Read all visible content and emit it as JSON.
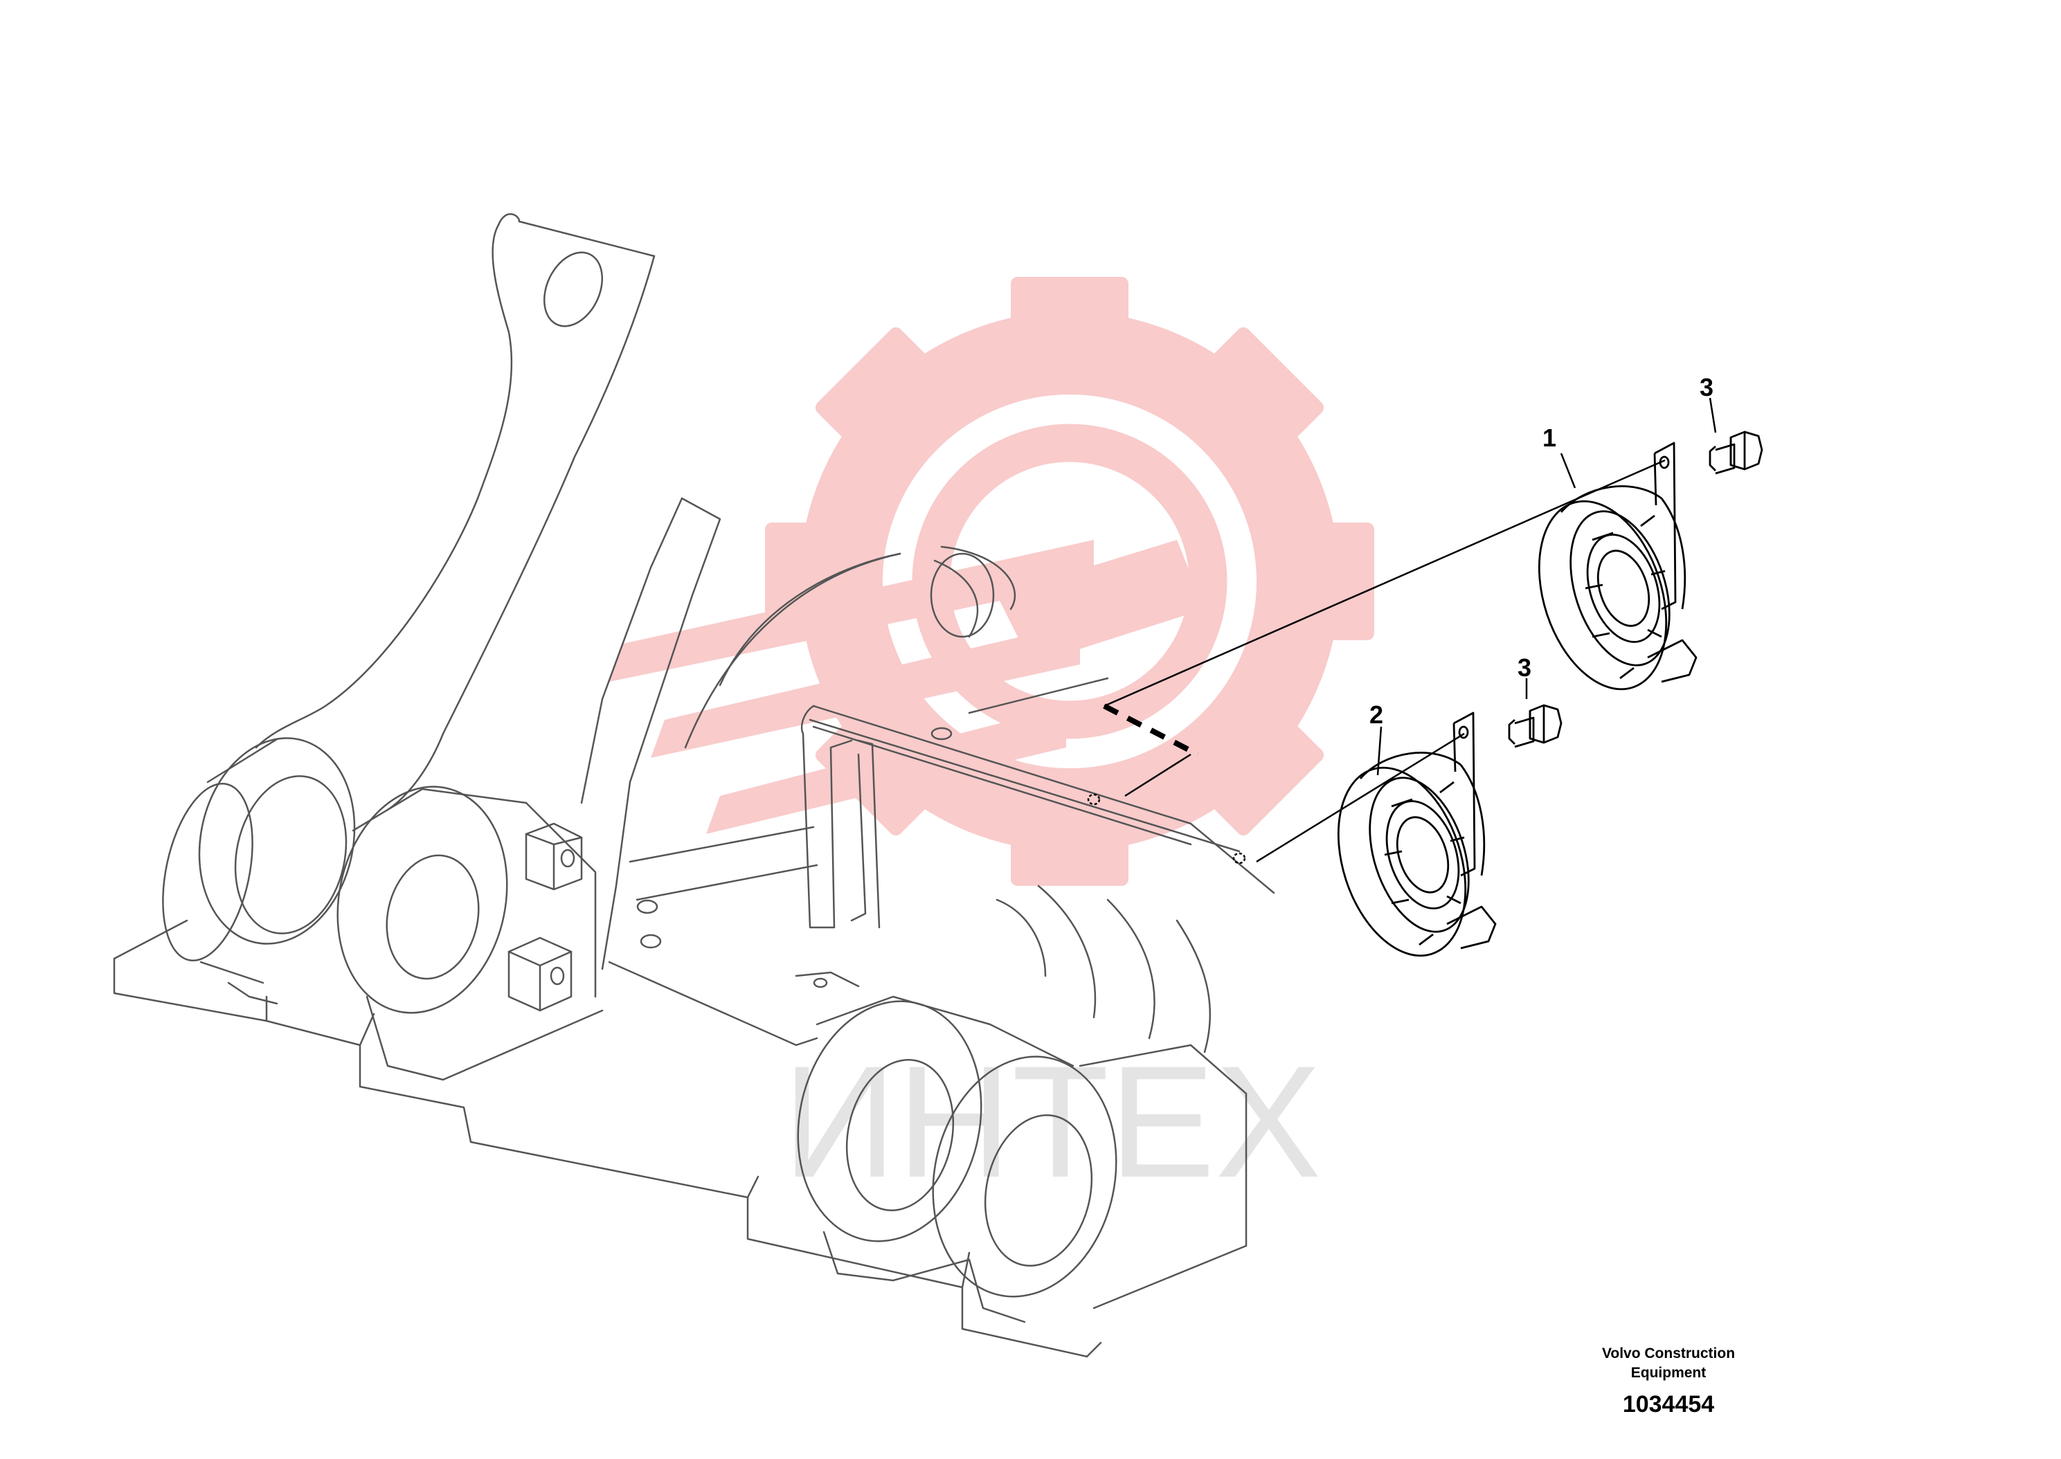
{
  "diagram": {
    "callouts": {
      "part1": "1",
      "part2": "2",
      "part3a": "3",
      "part3b": "3"
    },
    "watermark_text": "ИНТЕХ",
    "footer": {
      "line1": "Volvo Construction",
      "line2": "Equipment",
      "drawing_number": "1034454"
    },
    "colors": {
      "line": "#000000",
      "chassis": "#555555",
      "watermark_gear": "#f9c9c9",
      "watermark_text": "#e3e3e3"
    }
  }
}
